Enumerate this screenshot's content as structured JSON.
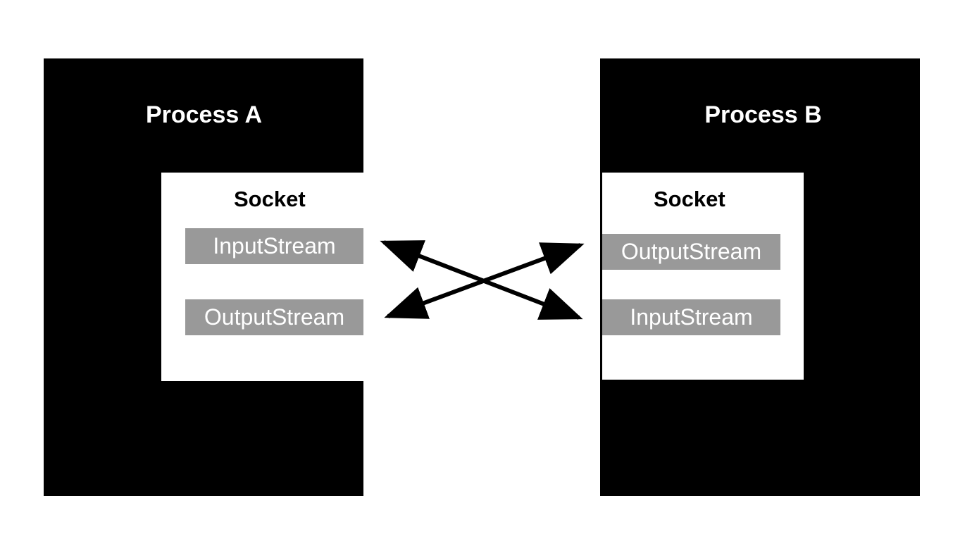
{
  "process_a": {
    "title": "Process A",
    "socket": {
      "title": "Socket",
      "streams": [
        "InputStream",
        "OutputStream"
      ]
    }
  },
  "process_b": {
    "title": "Process B",
    "socket": {
      "title": "Socket",
      "streams": [
        "OutputStream",
        "InputStream"
      ]
    }
  },
  "colors": {
    "process_fill": "#000000",
    "socket_fill": "#ffffff",
    "stream_fill": "#999999",
    "arrow": "#000000"
  }
}
